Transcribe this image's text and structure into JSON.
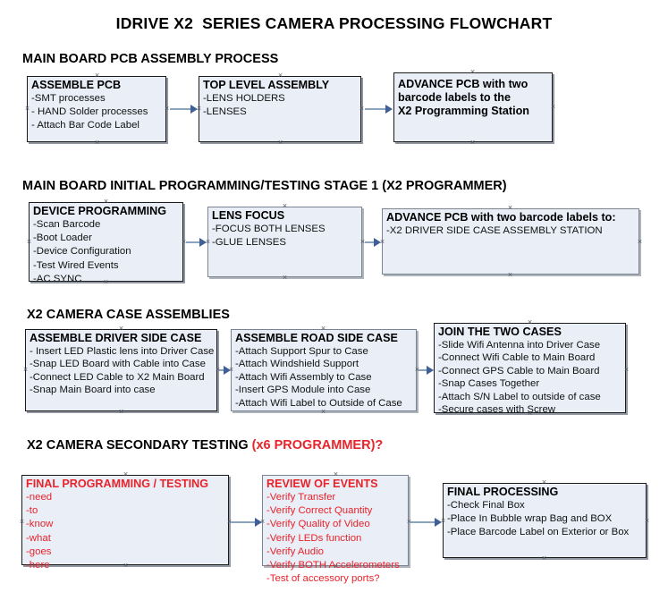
{
  "document": {
    "title": "IDRIVE X2  SERIES CAMERA PROCESSING FLOWCHART"
  },
  "colors": {
    "box_fill": "#e9eef7",
    "box_border": "#1a1a1a",
    "arrow": "#8aa4c0",
    "arrow_head": "#3f5f99",
    "red_accent": "#e8232a",
    "text": "#000000"
  },
  "sections": [
    {
      "id": "main-board-pcb-assembly-process",
      "heading": "MAIN BOARD PCB ASSEMBLY PROCESS",
      "heading_accent": "",
      "boxes": [
        {
          "id": "assemble-pcb",
          "header": "ASSEMBLE PCB",
          "lines": [
            "-SMT processes",
            "- HAND Solder processes",
            "- Attach Bar Code Label"
          ]
        },
        {
          "id": "top-level-assembly",
          "header": "TOP LEVEL ASSEMBLY",
          "lines": [
            "-LENS HOLDERS",
            "-LENSES"
          ]
        },
        {
          "id": "advance-pcb-to-x2-programming-station",
          "header": "ADVANCE PCB with two",
          "lines": [
            "barcode labels to the",
            " X2 Programming Station"
          ]
        }
      ]
    },
    {
      "id": "main-board-initial-programming-testing-stage-1",
      "heading": "MAIN BOARD INITIAL PROGRAMMING/TESTING STAGE 1 (X2 PROGRAMMER)",
      "heading_accent": "",
      "boxes": [
        {
          "id": "device-programming",
          "header": "DEVICE PROGRAMMING",
          "lines": [
            "-Scan Barcode",
            "-Boot Loader",
            "-Device Configuration",
            "-Test Wired Events",
            "-AC SYNC"
          ]
        },
        {
          "id": "lens-focus",
          "header": "LENS FOCUS",
          "lines": [
            "-FOCUS BOTH LENSES",
            "-GLUE LENSES"
          ]
        },
        {
          "id": "advance-pcb-to-driver-side-case-assembly-station",
          "header": "ADVANCE PCB with two barcode labels to:",
          "lines": [
            "-X2 DRIVER  SIDE  CASE  ASSEMBLY STATION"
          ]
        }
      ]
    },
    {
      "id": "x2-camera-case-assemblies",
      "heading": "X2 CAMERA CASE ASSEMBLIES",
      "heading_accent": "",
      "boxes": [
        {
          "id": "assemble-driver-side-case",
          "header": "ASSEMBLE DRIVER SIDE CASE",
          "lines": [
            "- Insert LED Plastic lens into Driver Case",
            "-Snap LED Board with Cable into Case",
            "-Connect LED Cable to X2 Main Board",
            "-Snap Main Board into case"
          ]
        },
        {
          "id": "assemble-road-side-case",
          "header": "ASSEMBLE ROAD SIDE CASE",
          "lines": [
            "-Attach Support Spur to Case",
            "-Attach Windshield Support",
            "-Attach Wifi Assembly to Case",
            "-Insert GPS Module into Case",
            "-Attach Wifi Label to Outside of Case"
          ]
        },
        {
          "id": "join-the-two-cases",
          "header": "JOIN THE TWO CASES",
          "lines": [
            "-Slide Wifi Antenna into Driver Case",
            "-Connect Wifi Cable to Main Board",
            "-Connect GPS Cable to Main Board",
            "-Snap Cases Together",
            "-Attach S/N Label to outside of case",
            "-Secure cases with Screw"
          ]
        }
      ]
    },
    {
      "id": "x2-camera-secondary-testing",
      "heading": "X2 CAMERA SECONDARY TESTING ",
      "heading_accent": "(x6 PROGRAMMER)?",
      "boxes": [
        {
          "id": "final-programming-testing",
          "header": "FINAL PROGRAMMING / TESTING",
          "lines": [
            "-need",
            "-to",
            "-know",
            "-what",
            "-goes",
            "-here"
          ]
        },
        {
          "id": "review-of-events",
          "header": "REVIEW OF EVENTS",
          "lines": [
            "-Verify Transfer",
            "-Verify Correct Quantity",
            "-Verify Quality of Video",
            "-Verify LEDs function",
            "-Verify Audio",
            "-Verify BOTH Accelerometers",
            "-Test of accessory ports?"
          ]
        },
        {
          "id": "final-processing",
          "header": "FINAL PROCESSING",
          "lines": [
            " -Check Final Box",
            "-Place In Bubble wrap Bag and BOX",
            "-Place Barcode Label on Exterior or Box"
          ]
        }
      ]
    }
  ]
}
